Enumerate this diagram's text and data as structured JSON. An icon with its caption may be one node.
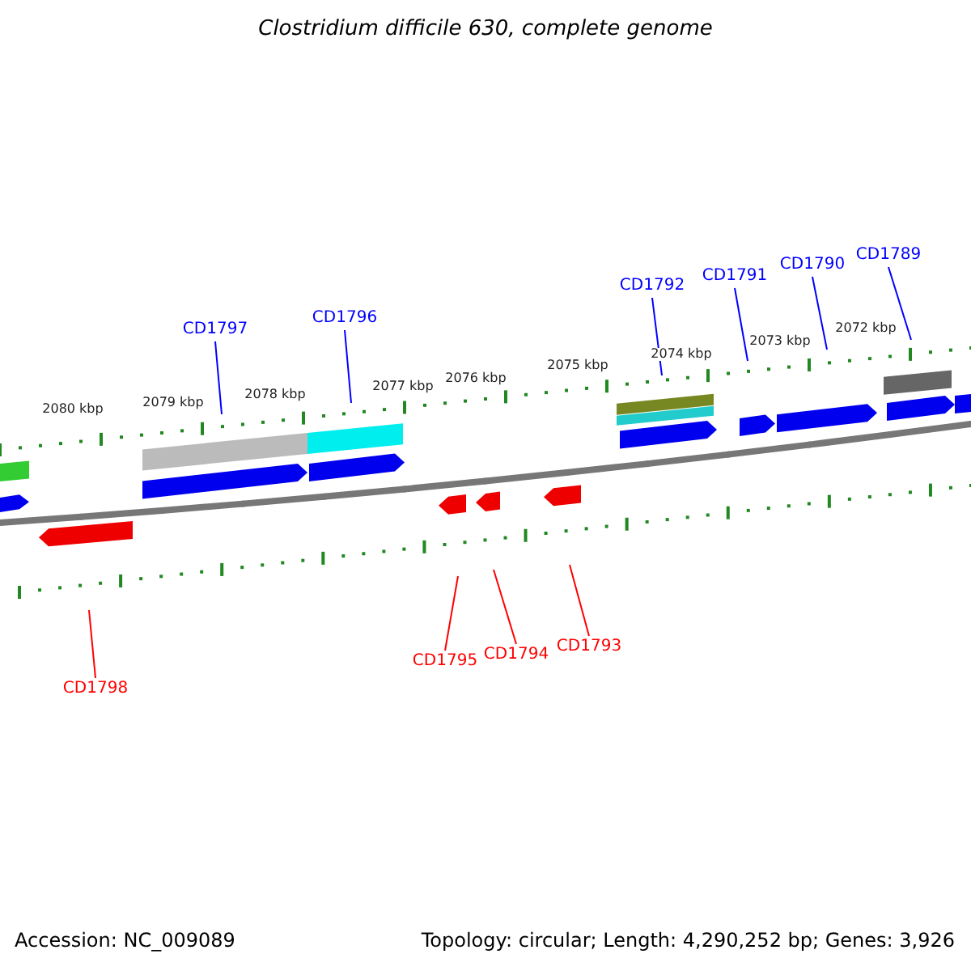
{
  "diagram": {
    "title": "Clostridium difficile 630, complete genome",
    "nodes": [
      {
        "text": [
          "CD1797"
        ]
      },
      {
        "text": [
          "CD1796"
        ]
      },
      {
        "text": [
          "CD1792"
        ]
      },
      {
        "text": [
          "CD1791"
        ]
      },
      {
        "text": [
          "CD1790"
        ]
      },
      {
        "text": [
          "CD1789"
        ]
      },
      {
        "text": [
          "CD1798"
        ]
      },
      {
        "text": [
          "CD1795"
        ]
      },
      {
        "text": [
          "CD1794"
        ]
      },
      {
        "text": [
          "CD1793"
        ]
      }
    ],
    "edges": [
      {
        "from": 0,
        "to": null,
        "arrow": "none"
      },
      {
        "from": 1,
        "to": null,
        "arrow": "none"
      },
      {
        "from": 2,
        "to": null,
        "arrow": "none"
      },
      {
        "from": 3,
        "to": null,
        "arrow": "none"
      },
      {
        "from": 4,
        "to": null,
        "arrow": "none"
      },
      {
        "from": 5,
        "to": null,
        "arrow": "none"
      },
      {
        "from": 6,
        "to": null,
        "arrow": "none",
        "color": "#ff0000"
      },
      {
        "from": 7,
        "to": null,
        "arrow": "none",
        "color": "#ff0000"
      },
      {
        "from": 8,
        "to": null,
        "arrow": "none",
        "color": "#ff0000"
      },
      {
        "from": 9,
        "to": null,
        "arrow": "none",
        "color": "#ff0000"
      }
    ],
    "labels": [
      "2080 kbp",
      "2079 kbp",
      "2078 kbp",
      "2077 kbp",
      "2076 kbp",
      "2075 kbp",
      "2074 kbp",
      "2073 kbp",
      "2072 kbp",
      "Accession: NC_009089",
      "Topology: circular; Length: 4,290,252 bp; Genes: 3,926"
    ]
  }
}
